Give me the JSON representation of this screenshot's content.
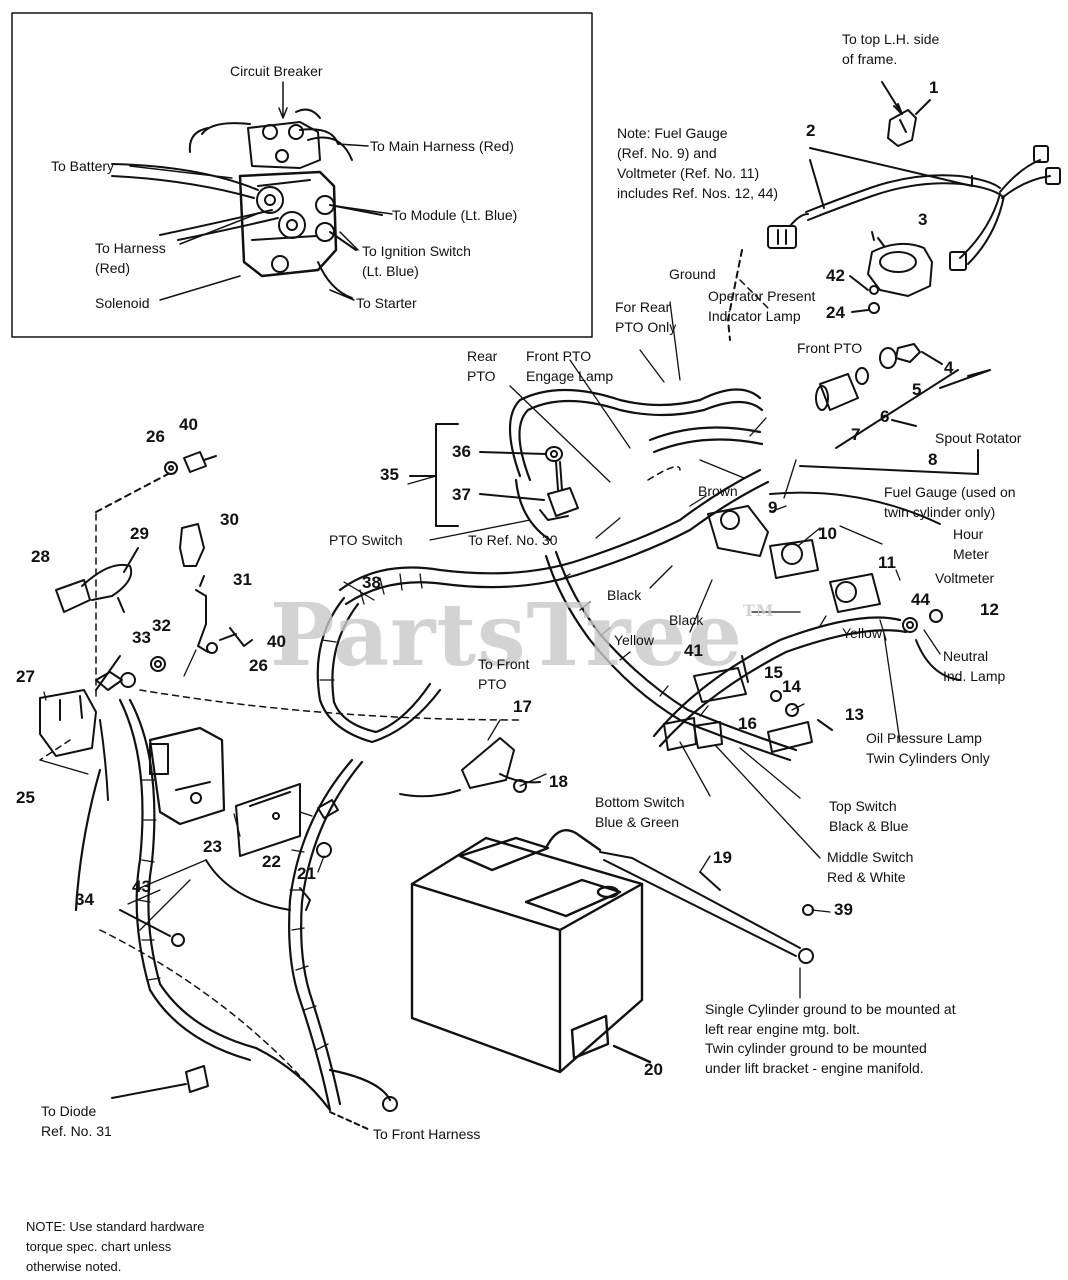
{
  "inset": {
    "circuit_breaker": "Circuit Breaker",
    "to_main_harness": "To Main Harness (Red)",
    "to_battery": "To Battery",
    "to_module": "To Module (Lt. Blue)",
    "to_harness": "To Harness\n(Red)",
    "to_ignition": "To Ignition Switch\n(Lt. Blue)",
    "solenoid": "Solenoid",
    "to_starter": "To Starter"
  },
  "labels": {
    "to_top_frame": "To top L.H. side\nof frame.",
    "note_fuel": "Note:  Fuel Gauge\n(Ref. No. 9) and\nVoltmeter (Ref. No. 11)\nincludes Ref. Nos. 12, 44)",
    "ground": "Ground",
    "for_rear_pto": "For Rear\nPTO Only",
    "operator_present": "Operator Present\nIndicator Lamp",
    "rear_pto": "Rear\nPTO",
    "front_pto_engage": "Front PTO\nEngage Lamp",
    "front_pto": "Front PTO",
    "spout_rotator": "Spout Rotator",
    "brown": "Brown",
    "fuel_gauge": "Fuel Gauge (used on\ntwin cylinder only)",
    "pto_switch": "PTO Switch",
    "to_ref_30": "To Ref. No. 30",
    "hour_meter": "Hour\nMeter",
    "voltmeter": "Voltmeter",
    "black_1": "Black",
    "black_2": "Black",
    "yellow_1": "Yellow",
    "yellow_2": "Yellow",
    "neutral_lamp": "Neutral\nInd. Lamp",
    "to_front_pto": "To Front\nPTO",
    "oil_pressure": "Oil Pressure Lamp\nTwin Cylinders Only",
    "bottom_switch": "Bottom Switch\nBlue & Green",
    "top_switch": "Top Switch\nBlack & Blue",
    "middle_switch": "Middle Switch\nRed & White",
    "single_ground": "Single Cylinder ground to be mounted at\nleft rear engine mtg. bolt.",
    "twin_ground": "Twin  cylinder  ground  to  be  mounted\nunder lift bracket - engine manifold.",
    "to_diode": "To Diode\nRef. No. 31",
    "to_front_harness": "To Front Harness",
    "note_hardware": "NOTE: Use standard hardware\ntorque spec. chart unless\notherwise noted."
  },
  "refs": [
    "1",
    "2",
    "3",
    "42",
    "24",
    "4",
    "5",
    "6",
    "7",
    "8",
    "26",
    "40",
    "35",
    "36",
    "37",
    "9",
    "10",
    "11",
    "30",
    "29",
    "28",
    "31",
    "33",
    "32",
    "40",
    "26",
    "38",
    "27",
    "41",
    "44",
    "12",
    "15",
    "14",
    "13",
    "16",
    "17",
    "18",
    "25",
    "23",
    "22",
    "21",
    "34",
    "43",
    "19",
    "39",
    "20"
  ],
  "watermark": "PartsTree",
  "watermark_tm": "TM"
}
